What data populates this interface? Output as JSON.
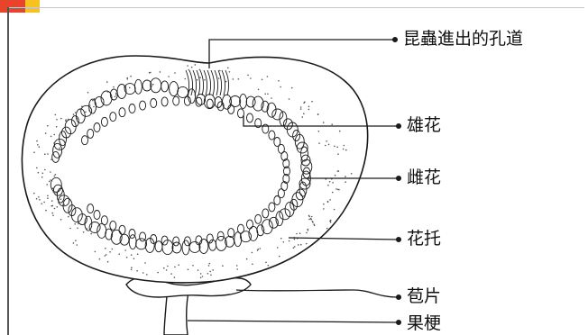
{
  "labels": {
    "insect_channel": "昆蟲進出的孔道",
    "male_flower": "雄花",
    "female_flower": "雌花",
    "receptacle": "花托",
    "bract": "苞片",
    "stalk": "果梗"
  },
  "colors": {
    "ink": "#1a1a1a",
    "accent_red": "#e8432b",
    "accent_yellow": "#f7c21e"
  }
}
